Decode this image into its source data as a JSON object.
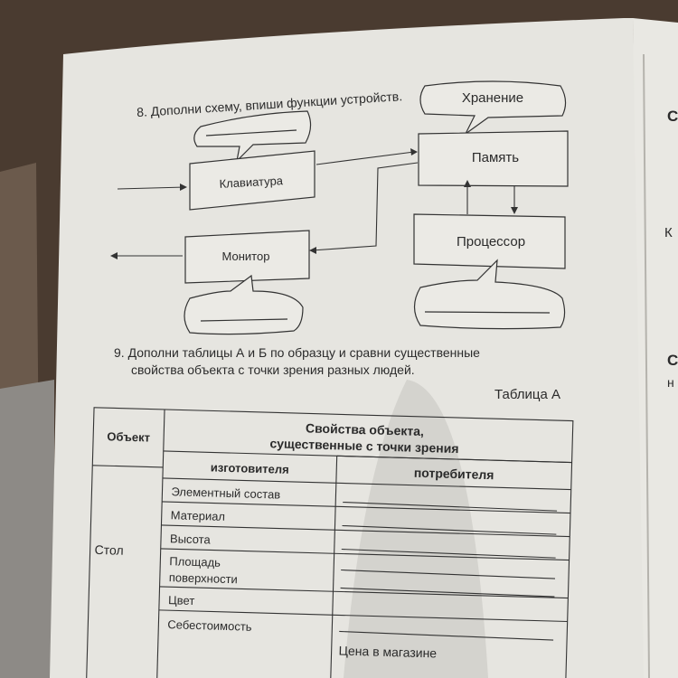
{
  "task8": {
    "title": "8. Дополни схему, впиши функции устройств.",
    "nodes": {
      "keyboard": "Клавиатура",
      "memory": "Память",
      "monitor": "Монитор",
      "processor": "Процессор"
    },
    "memory_function": "Хранение"
  },
  "task9": {
    "text_line1": "9. Дополни таблицы А и Б по образцу и сравни существенные",
    "text_line2": "свойства объекта с точки зрения разных людей.",
    "table_title": "Таблица А",
    "table": {
      "col_object": "Объект",
      "header_line1": "Свойства объекта,",
      "header_line2": "существенные с точки зрения",
      "col_maker": "изготовителя",
      "col_consumer": "потребителя",
      "object": "Стол",
      "rows": [
        {
          "maker": "Элементный состав",
          "consumer": ""
        },
        {
          "maker": "Материал",
          "consumer": ""
        },
        {
          "maker": "Высота",
          "consumer": ""
        },
        {
          "maker": "Площадь",
          "maker2": "поверхности",
          "consumer": ""
        },
        {
          "maker": "Цвет",
          "consumer": ""
        },
        {
          "maker": "Себестоимость",
          "consumer": "Цена в магазине"
        }
      ]
    }
  },
  "right_page": {
    "c1": "С",
    "k": "К",
    "c2": "С",
    "n": "н"
  }
}
